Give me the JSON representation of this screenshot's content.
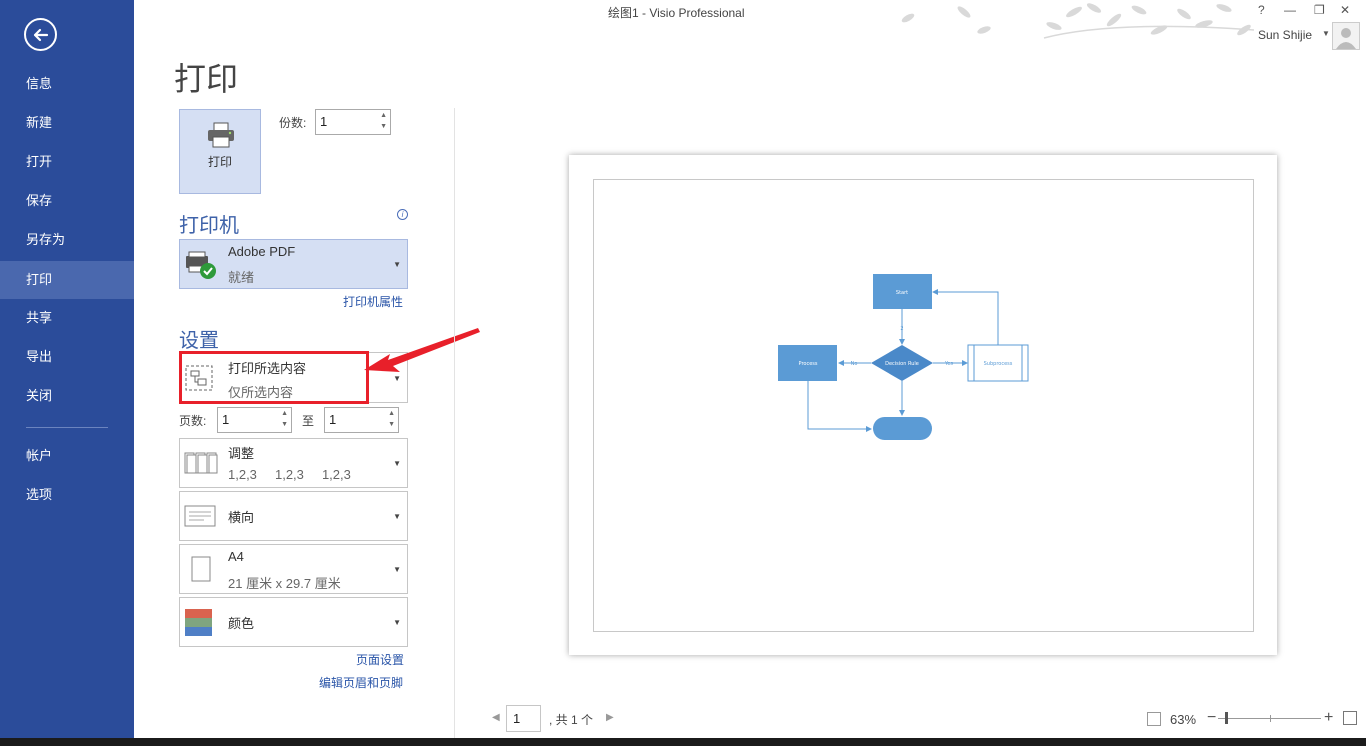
{
  "window": {
    "title": "绘图1 - Visio Professional",
    "user_name": "Sun Shijie",
    "help": "?",
    "minimize": "—",
    "restore": "❐",
    "close": "✕"
  },
  "sidebar": {
    "items": [
      {
        "label": "信息"
      },
      {
        "label": "新建"
      },
      {
        "label": "打开"
      },
      {
        "label": "保存"
      },
      {
        "label": "另存为"
      },
      {
        "label": "打印",
        "active": true
      },
      {
        "label": "共享"
      },
      {
        "label": "导出"
      },
      {
        "label": "关闭"
      },
      {
        "label": "帐户"
      },
      {
        "label": "选项"
      }
    ]
  },
  "print": {
    "heading": "打印",
    "button_label": "打印",
    "copies_label": "份数:",
    "copies_value": "1",
    "printer_section": "打印机",
    "printer_name": "Adobe PDF",
    "printer_status": "就绪",
    "printer_properties": "打印机属性",
    "settings_section": "设置",
    "range_main": "打印所选内容",
    "range_sub": "仅所选内容",
    "pages_label": "页数:",
    "pages_from": "1",
    "pages_to_label": "至",
    "pages_to": "1",
    "collate_main": "调整",
    "collate_sub": "1,2,3     1,2,3     1,2,3",
    "orientation_main": "横向",
    "paper_main": "A4",
    "paper_sub": "21 厘米 x 29.7 厘米",
    "color_main": "颜色",
    "page_setup_link": "页面设置",
    "header_footer_link": "编辑页眉和页脚"
  },
  "preview": {
    "diagram_labels": {
      "start": "Start",
      "decision": "Decision Rule",
      "left_process": "Process",
      "right_process": "Subprocess",
      "label_no": "No",
      "label_yes": "Yes",
      "label_two": "2"
    },
    "shape_color": "#5b9bd5",
    "line_color": "#5b9bd5"
  },
  "bottom": {
    "current_page": "1",
    "total_pages": ", 共 1 个",
    "zoom": "63%"
  },
  "colors": {
    "sidebar_bg": "#2b4c9a",
    "accent_blue": "#3e62a9",
    "highlight_red": "#e8202a"
  }
}
